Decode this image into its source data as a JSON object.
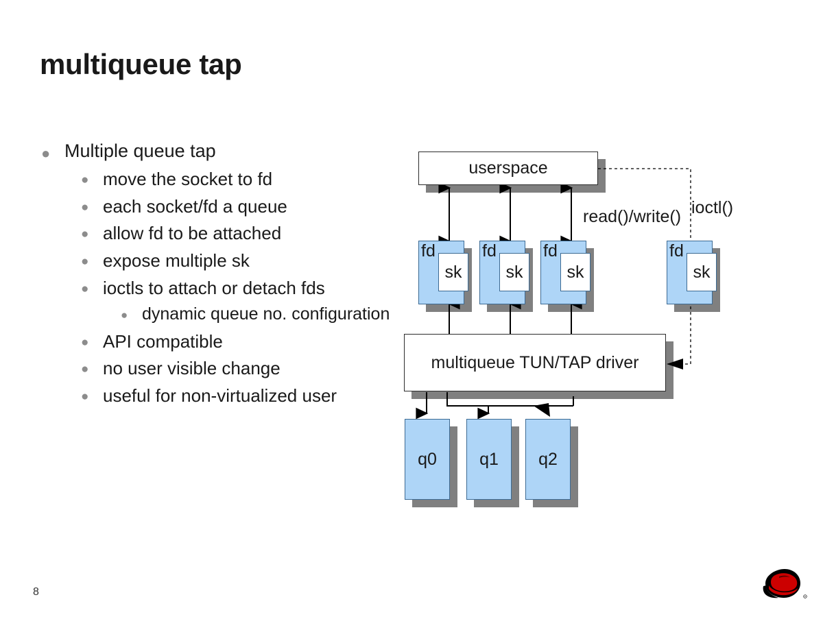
{
  "slide": {
    "title": "multiqueue tap",
    "page_number": "8",
    "logo_name": "red-hat-shadowman-logo"
  },
  "bullets": [
    {
      "level": 1,
      "text": "Multiple queue tap"
    },
    {
      "level": 2,
      "text": "move the socket to fd"
    },
    {
      "level": 2,
      "text": "each socket/fd a queue"
    },
    {
      "level": 2,
      "text": "allow fd to be attached"
    },
    {
      "level": 2,
      "text": "expose multiple sk"
    },
    {
      "level": 2,
      "text": "ioctls to attach or detach fds"
    },
    {
      "level": 3,
      "text": "dynamic queue no. configuration"
    },
    {
      "level": 2,
      "text": "API compatible"
    },
    {
      "level": 2,
      "text": "no user visible change"
    },
    {
      "level": 2,
      "text": "useful for non-virtualized user"
    }
  ],
  "diagram": {
    "userspace_label": "userspace",
    "driver_label": "multiqueue TUN/TAP driver",
    "fd_label": "fd",
    "sk_label": "sk",
    "fd_boxes": [
      {
        "fd": "fd",
        "sk": "sk"
      },
      {
        "fd": "fd",
        "sk": "sk"
      },
      {
        "fd": "fd",
        "sk": "sk"
      },
      {
        "fd": "fd",
        "sk": "sk"
      }
    ],
    "queues": [
      {
        "label": "q0"
      },
      {
        "label": "q1"
      },
      {
        "label": "q2"
      }
    ],
    "edge_labels": {
      "readwrite": "read()/write()",
      "ioctl": "ioctl()"
    },
    "colors": {
      "box_fill_blue": "#aed5f7",
      "box_border_blue": "#3c6a93",
      "box_fill_white": "#ffffff",
      "box_border_dark": "#2b2b2b",
      "shadow": "#808080",
      "bullet_dot": "#8c8c8c",
      "logo_red": "#cc0000",
      "logo_black": "#000000"
    }
  }
}
